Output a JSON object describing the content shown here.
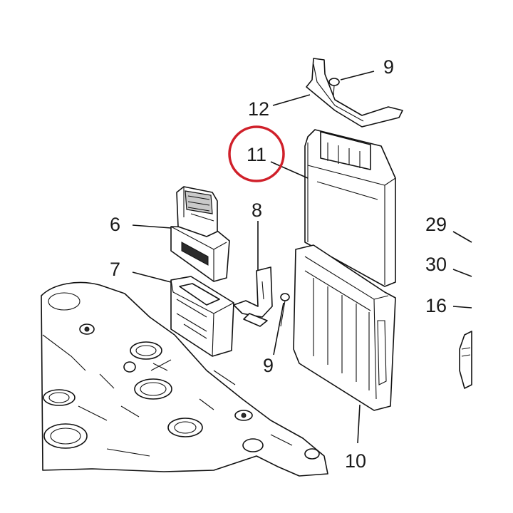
{
  "diagram": {
    "callouts": {
      "c9_top": "9",
      "c12": "12",
      "c11": "11",
      "c8": "8",
      "c6": "6",
      "c7": "7",
      "c9_bottom": "9",
      "c10": "10",
      "c29": "29",
      "c30": "30",
      "c16": "16"
    },
    "highlight_color": "#d0202a"
  }
}
